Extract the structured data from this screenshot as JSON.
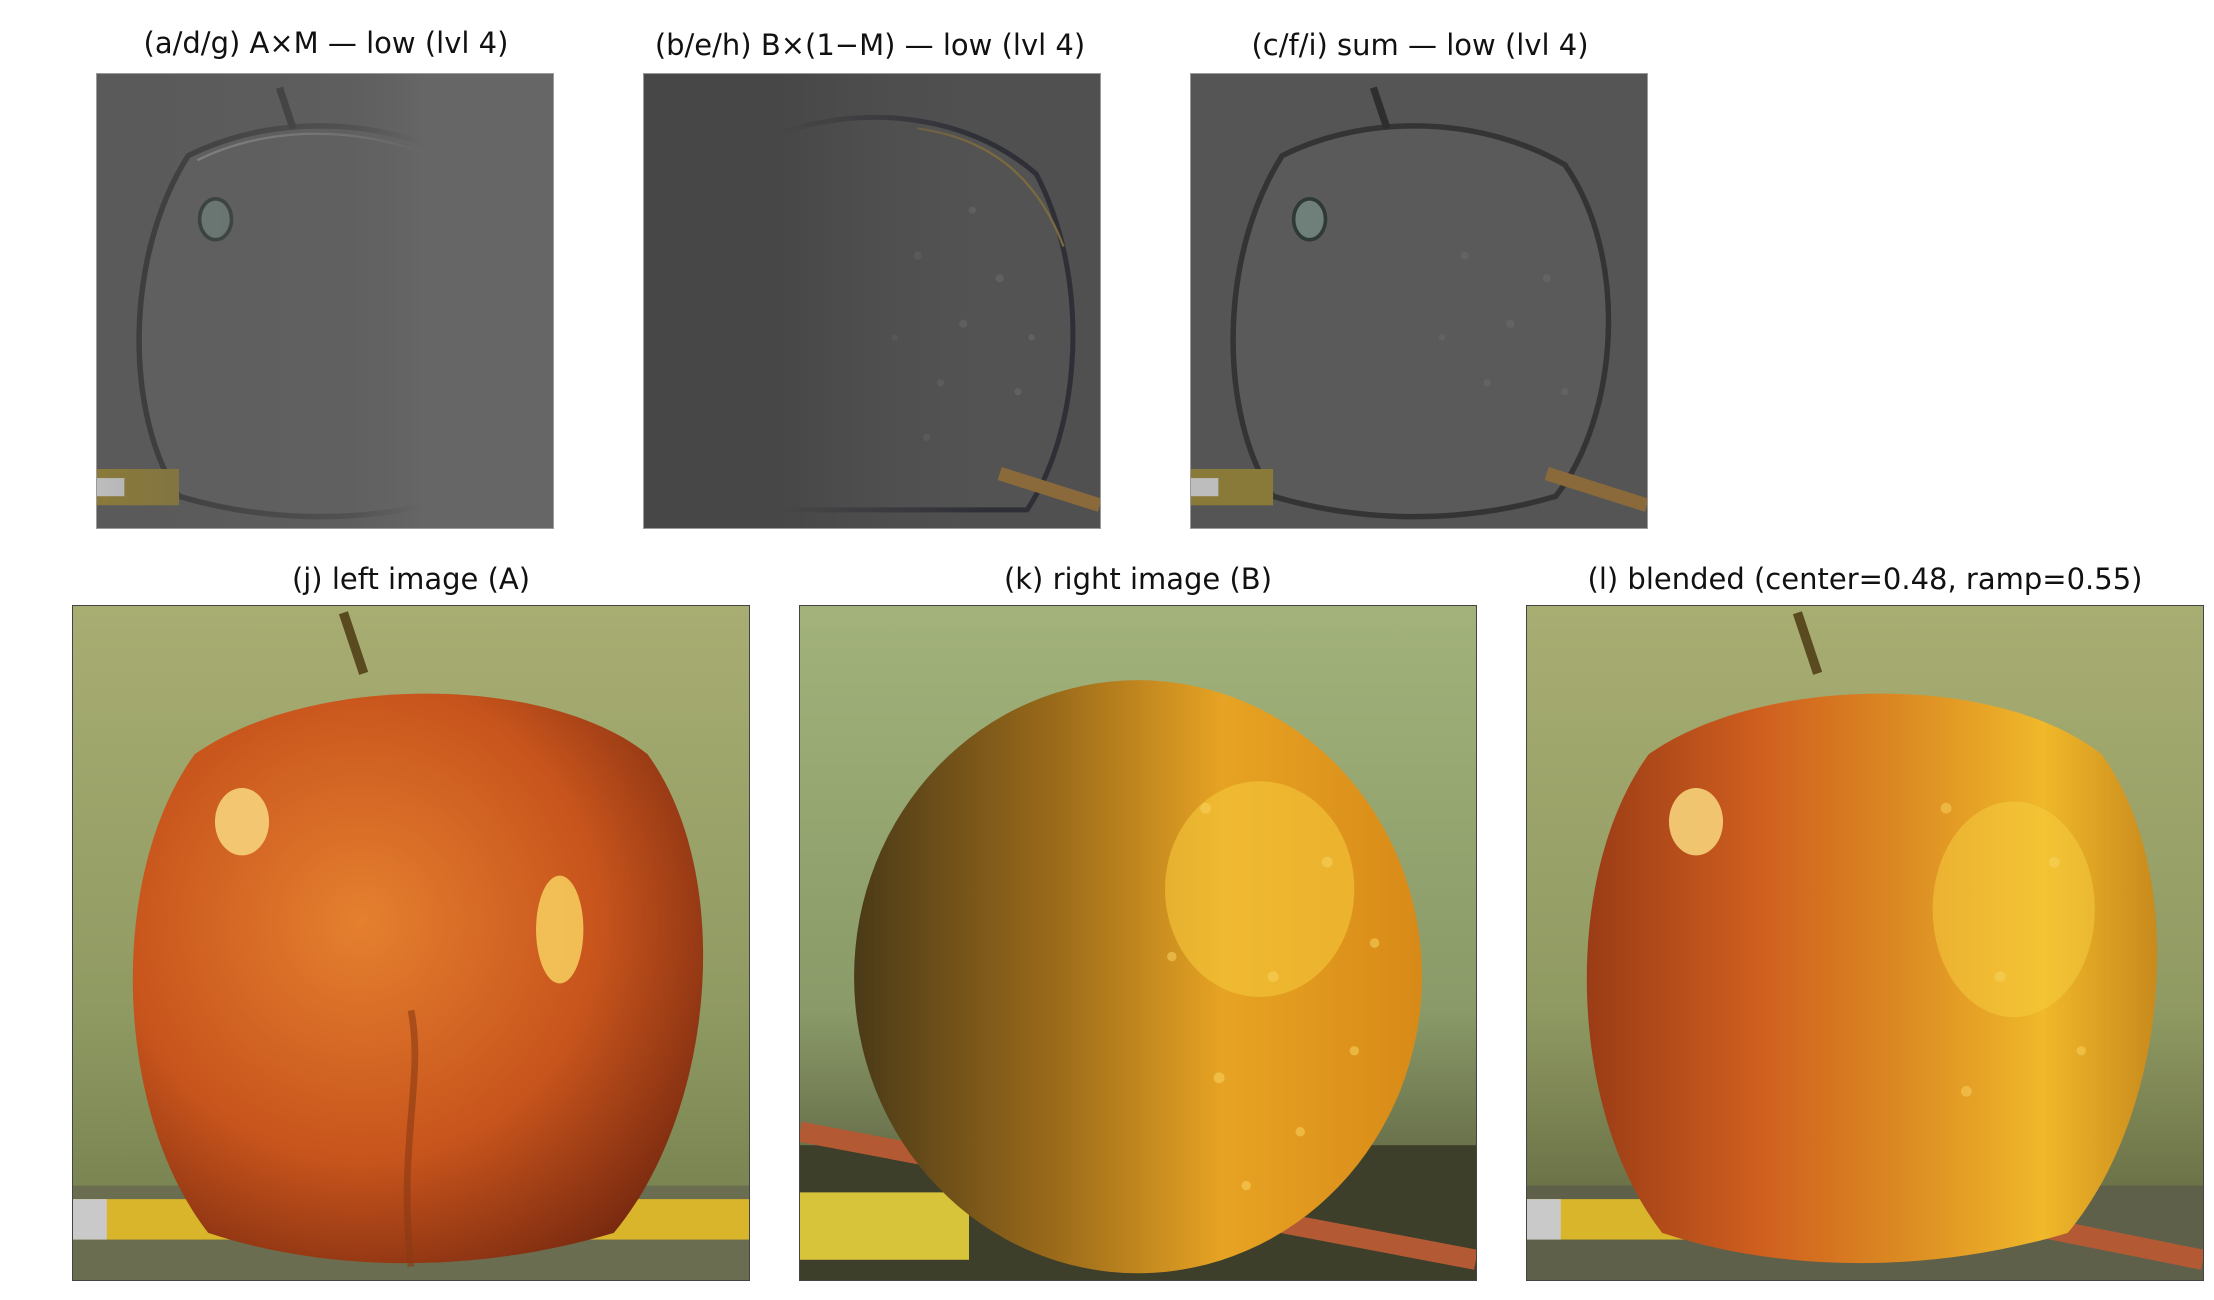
{
  "figure": {
    "panels": [
      {
        "title": "(a/d/g) A×M — low (lvl 4)",
        "kind": "apple-detail",
        "side": "left"
      },
      {
        "title": "(b/e/h) B×(1−M) — low (lvl 4)",
        "kind": "orange-detail",
        "side": "right"
      },
      {
        "title": "(c/f/i) sum — low (lvl 4)",
        "kind": "sum-detail",
        "side": "both"
      },
      {
        "title": "(j) left image (A)",
        "kind": "apple"
      },
      {
        "title": "(k) right image (B)",
        "kind": "orange"
      },
      {
        "title": "(l) blended (center=0.48, ramp=0.55)",
        "kind": "blend",
        "center": 0.48,
        "ramp": 0.55
      }
    ]
  }
}
